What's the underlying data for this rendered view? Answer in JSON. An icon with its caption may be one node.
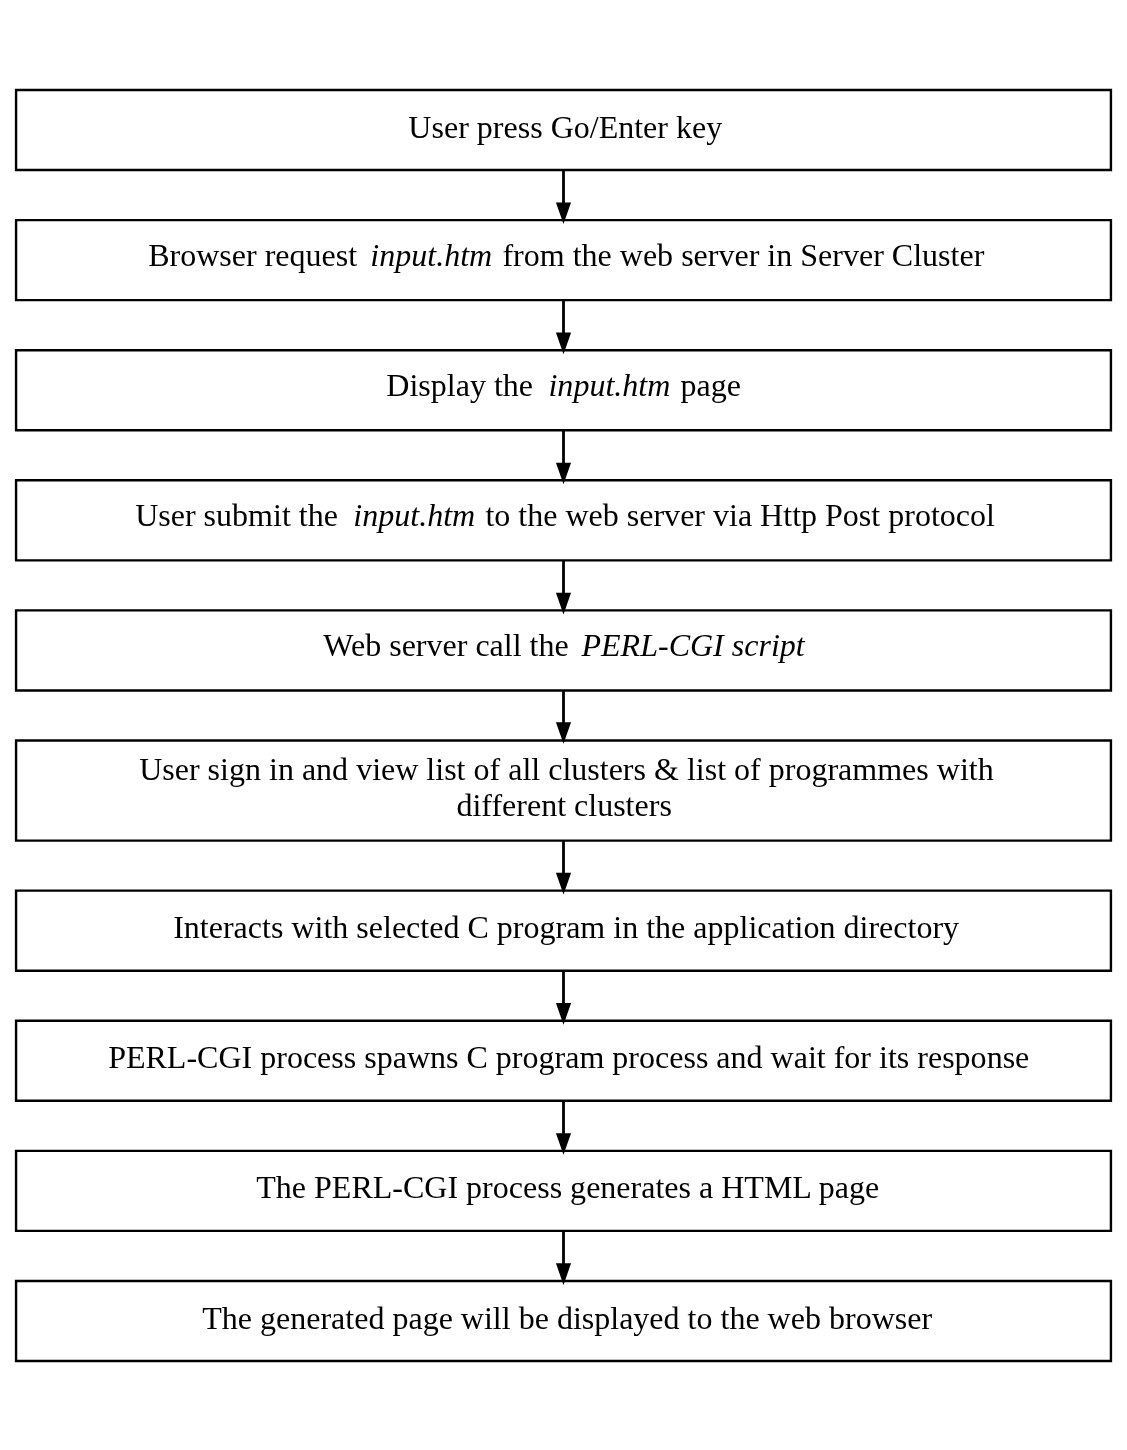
{
  "diagram": {
    "nodes": [
      {
        "text": [
          "User press Go/Enter key"
        ]
      },
      {
        "text": [
          "Browser request *input.htm* from the web server in Server Cluster"
        ]
      },
      {
        "text": [
          "Display the *input.htm* page"
        ]
      },
      {
        "text": [
          "User submit the *input.htm* to the web server via Http Post protocol"
        ]
      },
      {
        "text": [
          "Web server call the *PERL-CGI script*"
        ]
      },
      {
        "text": [
          "User sign in and view list of all clusters & list of programmes with different clusters"
        ]
      },
      {
        "text": [
          "Interacts with selected C program in the application directory"
        ]
      },
      {
        "text": [
          "PERL-CGI process spawns C program process and wait for its response"
        ]
      },
      {
        "text": [
          "The PERL-CGI process generates a HTML page"
        ]
      },
      {
        "text": [
          "The generated page will be displayed to the web browser"
        ]
      }
    ],
    "edges": [
      {
        "from": 0,
        "to": 1,
        "arrow": "to"
      },
      {
        "from": 1,
        "to": 2,
        "arrow": "to"
      },
      {
        "from": 2,
        "to": 3,
        "arrow": "to"
      },
      {
        "from": 3,
        "to": 4,
        "arrow": "to"
      },
      {
        "from": 4,
        "to": 5,
        "arrow": "to"
      },
      {
        "from": 5,
        "to": 6,
        "arrow": "to"
      },
      {
        "from": 6,
        "to": 7,
        "arrow": "to"
      },
      {
        "from": 7,
        "to": 8,
        "arrow": "to"
      },
      {
        "from": 8,
        "to": 9,
        "arrow": "to"
      }
    ]
  }
}
